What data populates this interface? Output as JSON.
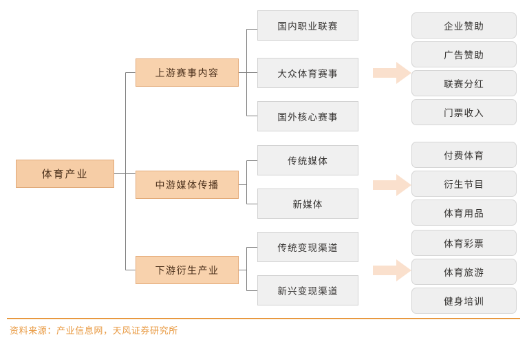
{
  "diagram": {
    "title_node": {
      "label": "体育产业"
    },
    "tiers": [
      {
        "id": "upstream",
        "label": "上游赛事内容",
        "children": [
          {
            "label": "国内职业联赛"
          },
          {
            "label": "大众体育赛事"
          },
          {
            "label": "国外核心赛事"
          }
        ],
        "arrow": {
          "name": "arrow-right-upstream"
        },
        "outputs": [
          {
            "label": "企业赞助"
          },
          {
            "label": "广告赞助"
          },
          {
            "label": "联赛分红"
          },
          {
            "label": "门票收入"
          }
        ]
      },
      {
        "id": "midstream",
        "label": "中游媒体传播",
        "children": [
          {
            "label": "传统媒体"
          },
          {
            "label": "新媒体"
          }
        ],
        "arrow": {
          "name": "arrow-right-midstream"
        },
        "outputs": [
          {
            "label": "付费体育"
          },
          {
            "label": "衍生节目"
          },
          {
            "label": "体育用品"
          }
        ]
      },
      {
        "id": "downstream",
        "label": "下游衍生产业",
        "children": [
          {
            "label": "传统变现渠道"
          },
          {
            "label": "新兴变现渠道"
          }
        ],
        "arrow": {
          "name": "arrow-right-downstream"
        },
        "outputs": [
          {
            "label": "体育彩票"
          },
          {
            "label": "体育旅游"
          },
          {
            "label": "健身培训"
          }
        ]
      }
    ]
  },
  "footer": {
    "source": "资料来源：产业信息网，天风证券研究所"
  },
  "colors": {
    "root_fill": "#f6cda6",
    "root_border": "#e0a877",
    "tier_fill": "#f8d2ad",
    "tier_border": "#e3a977",
    "box_fill": "#efefef",
    "box_border": "#d5d5d5",
    "connector": "#7f7f7f",
    "arrow_fill": "#fae0cd",
    "footer_accent": "#e8983f"
  }
}
